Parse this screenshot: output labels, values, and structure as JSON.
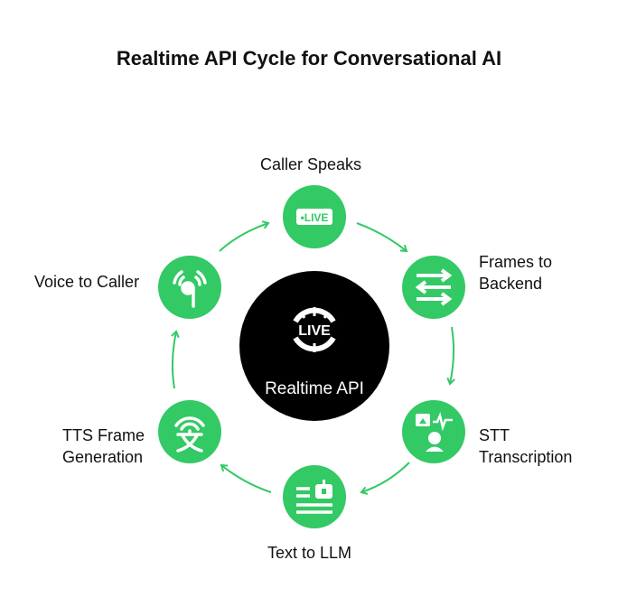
{
  "title": "Realtime API Cycle for Conversational AI",
  "center": {
    "label": "Realtime API",
    "icon": "live-globe-icon"
  },
  "steps": [
    {
      "label": "Caller Speaks",
      "icon": "live-badge-icon"
    },
    {
      "label_line1": "Frames to",
      "label_line2": "Backend",
      "icon": "exchange-arrows-icon"
    },
    {
      "label_line1": "STT",
      "label_line2": "Transcription",
      "icon": "speech-recognition-icon"
    },
    {
      "label": "Text to LLM",
      "icon": "bot-text-icon"
    },
    {
      "label_line1": "TTS Frame",
      "label_line2": "Generation",
      "icon": "translate-broadcast-icon"
    },
    {
      "label": "Voice to Caller",
      "icon": "earbud-signal-icon"
    }
  ],
  "colors": {
    "accent": "#33c965",
    "center": "#000000"
  }
}
